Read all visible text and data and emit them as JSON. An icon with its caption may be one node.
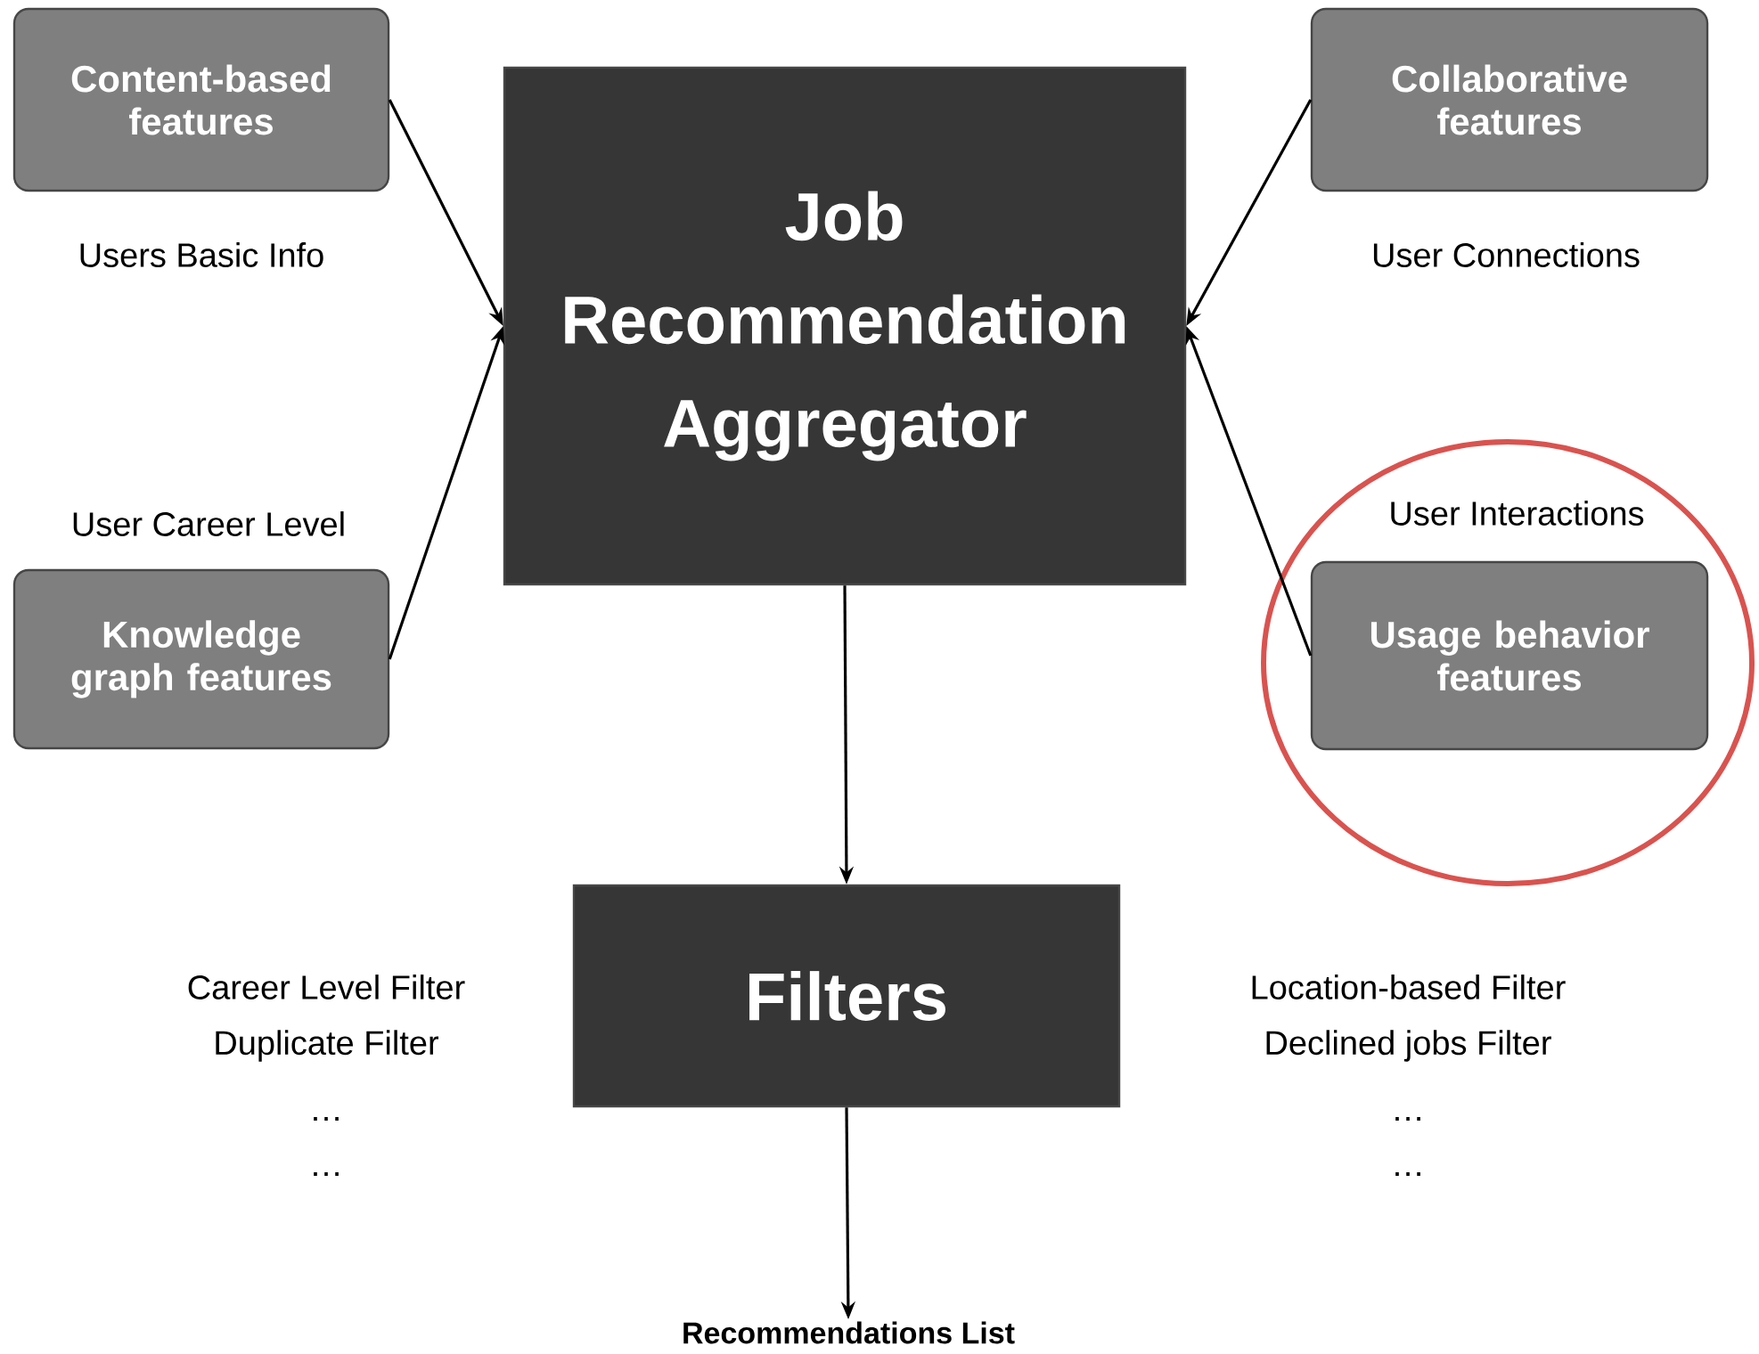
{
  "diagram": {
    "nodes": [
      {
        "text": [
          "Content-based features"
        ],
        "beside": [
          "Users Basic Info"
        ]
      },
      {
        "text": [
          "Collaborative features"
        ],
        "beside": [
          "User Connections"
        ]
      },
      {
        "text": [
          "Job Recommendation Aggregator"
        ]
      },
      {
        "text": [
          "Knowledge graph features"
        ],
        "beside": [
          "User Career Level"
        ]
      },
      {
        "text": [
          "Usage behavior features"
        ],
        "beside": [
          "User Interactions"
        ]
      },
      {
        "text": [
          "Filters"
        ]
      },
      {
        "text": [
          "Recommendations List"
        ]
      }
    ],
    "edges": [
      {
        "from": 0,
        "to": 2,
        "arrow": "to"
      },
      {
        "from": 1,
        "to": 2,
        "arrow": "to"
      },
      {
        "from": 3,
        "to": 2,
        "arrow": "to"
      },
      {
        "from": 4,
        "to": 2,
        "arrow": "to"
      },
      {
        "from": 2,
        "to": 5,
        "arrow": "to"
      },
      {
        "from": 5,
        "to": 6,
        "arrow": "to"
      }
    ],
    "labels": [
      "Career Level Filter",
      "Duplicate Filter",
      "…",
      "…",
      "Location-based Filter",
      "Declined jobs Filter",
      "…",
      "…"
    ]
  }
}
